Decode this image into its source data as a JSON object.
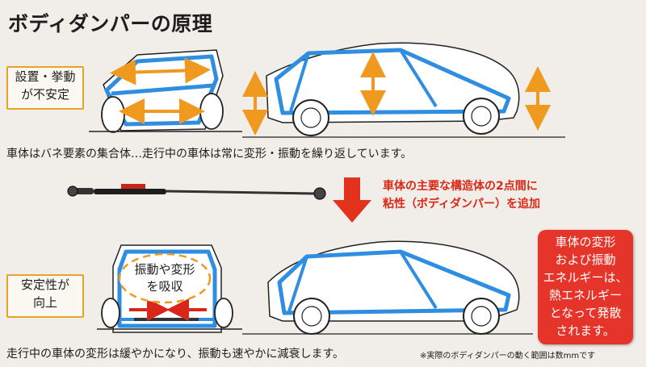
{
  "title": "ボディダンパーの原理",
  "top_label_lines": [
    "設置・挙動",
    "が不安定"
  ],
  "top_caption": "車体はバネ要素の集合体…走行中の車体は常に変形・振動を繰り返しています。",
  "middle_lines": [
    "車体の主要な構造体の2点間に",
    "粘性（ボディダンパー）を追加"
  ],
  "bottom_label_lines": [
    "安定性が",
    "向上"
  ],
  "cloud_lines": [
    "振動や変形",
    "を吸収"
  ],
  "red_box_lines": [
    "車体の変形",
    "および振動",
    "エネルギーは、",
    "熱エネルギー",
    "となって発散",
    "されます。"
  ],
  "bottom_caption": "走行中の車体の変形は緩やかになり、振動も速やかに減衰します。",
  "footnote": "※実際のボディダンパーの動く範囲は数mmです",
  "colors": {
    "outline_blue": "#2f8ee0",
    "arrow_orange": "#ef9a1e",
    "arrow_red": "#d8271a",
    "label_border": "#e8a12a"
  }
}
